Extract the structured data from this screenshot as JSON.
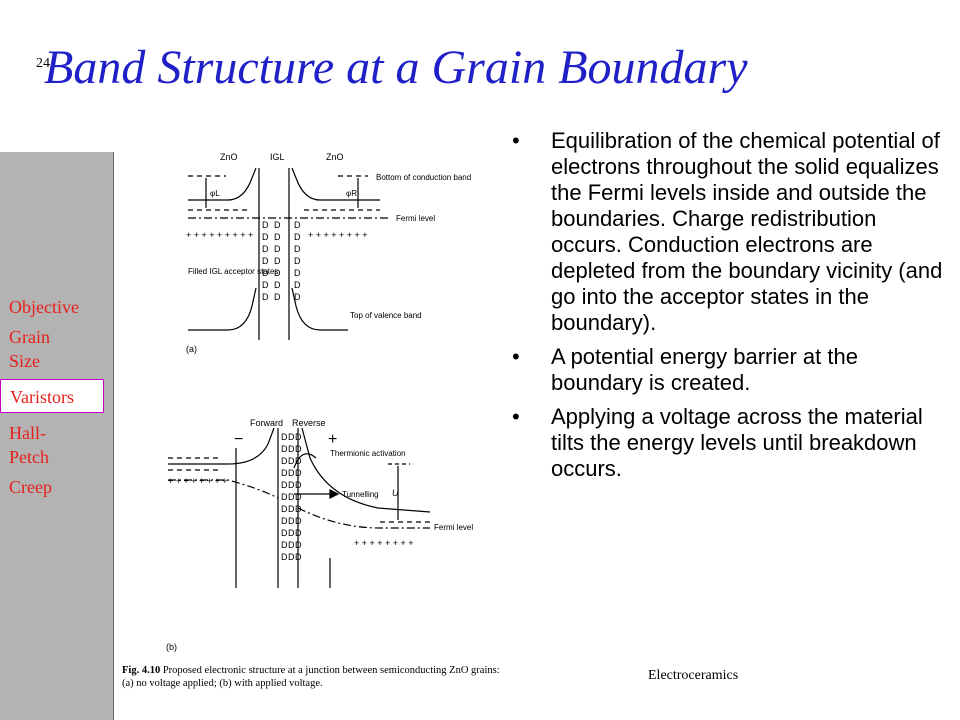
{
  "slide": {
    "number": "24",
    "title": "Band Structure at a Grain Boundary",
    "footer": "Electroceramics"
  },
  "sidebar": {
    "items": [
      {
        "label": "Objective"
      },
      {
        "label": "Grain Size"
      },
      {
        "label": "Varistors",
        "active": true
      },
      {
        "label": "Hall-Petch"
      },
      {
        "label": "Creep"
      }
    ],
    "colors": {
      "background": "#b3b3b3",
      "text": "#e8201a",
      "active_border": "#c000c0"
    }
  },
  "bullets": [
    "Equilibration of the chemical potential of electrons throughout the solid equalizes the Fermi levels inside and outside the boundaries.  Charge redistribution occurs. Conduction electrons are depleted from the boundary vicinity (and go into the acceptor states in the boundary).",
    "A potential energy barrier at the boundary is created.",
    "Applying a voltage across the material tilts the energy levels until breakdown occurs."
  ],
  "figure": {
    "panel_a": {
      "tag": "(a)",
      "labels": {
        "left_grain": "ZnO",
        "boundary": "IGL",
        "right_grain": "ZnO",
        "phi_left": "φL",
        "phi_right": "φR",
        "conduction_band": "Bottom of conduction band",
        "fermi_level": "Fermi level",
        "acceptor_states": "Filled IGL acceptor states",
        "valence_band": "Top of valence band"
      }
    },
    "panel_b": {
      "tag": "(b)",
      "labels": {
        "forward": "Forward",
        "reverse": "Reverse",
        "minus": "−",
        "plus": "+",
        "thermionic": "Thermionic activation",
        "tunnelling": "Tunnelling",
        "barrier": "U",
        "fermi_level": "Fermi level"
      }
    },
    "caption_label": "Fig. 4.10",
    "caption": "Proposed electronic structure at a junction between semiconducting ZnO grains: (a) no voltage applied; (b) with applied voltage."
  },
  "colors": {
    "title": "#2020c8",
    "text": "#000000"
  }
}
